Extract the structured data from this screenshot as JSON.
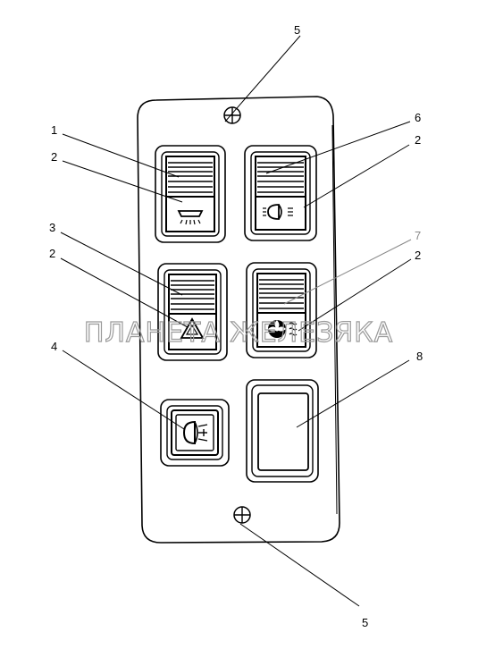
{
  "callouts": {
    "c1": "1",
    "c2a": "2",
    "c2b": "2",
    "c2c": "2",
    "c2d": "2",
    "c3": "3",
    "c4": "4",
    "c5_top": "5",
    "c5_bottom": "5",
    "c6": "6",
    "c7": "7",
    "c8": "8"
  },
  "watermark": "ПЛАНЕТА ЖЕЛЕЗЯКА",
  "icons": {
    "switch_1": "interior-lamp-icon",
    "switch_6": "headlight-icon",
    "switch_3": "warning-triangle-icon",
    "switch_7": "fan-icon",
    "switch_4": "fog-light-icon",
    "slot_8": "blank-plug"
  }
}
